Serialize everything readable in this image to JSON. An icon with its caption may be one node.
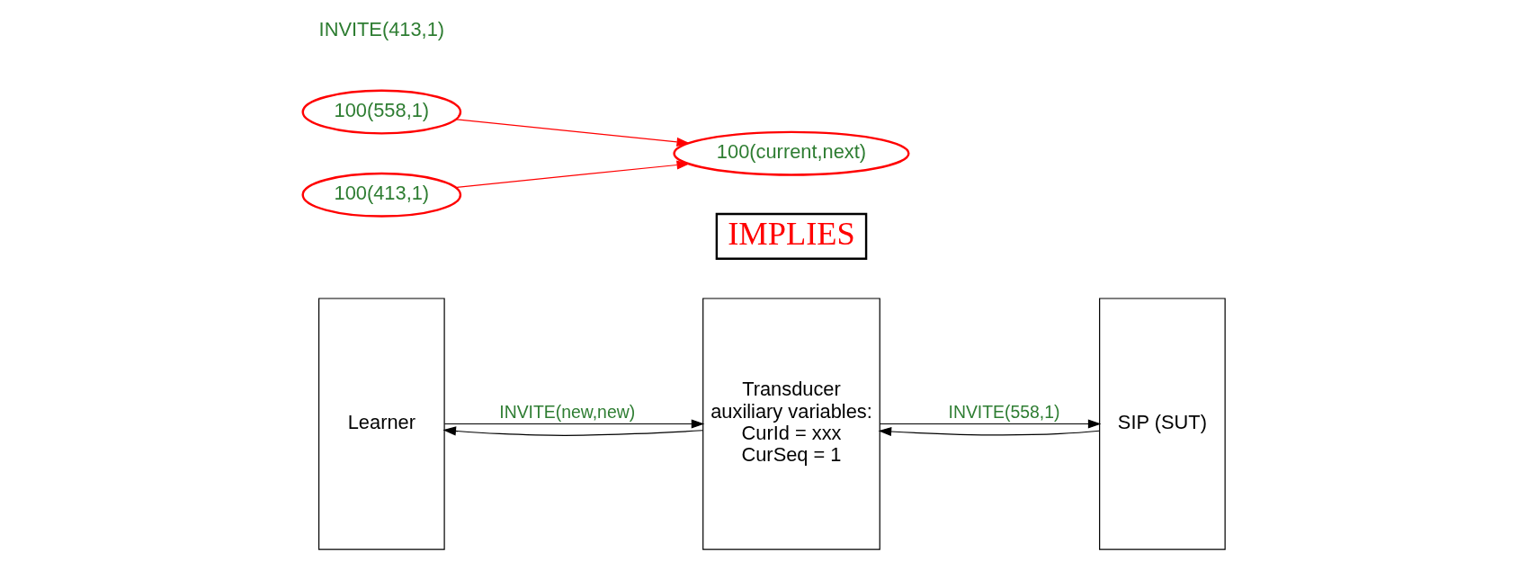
{
  "diagram": {
    "nodes": [
      {
        "text": [
          "Learner"
        ]
      },
      {
        "text": [
          "Transducer",
          "auxiliary variables:",
          "CurId = xxx",
          "CurSeq = 1"
        ]
      },
      {
        "text": [
          "SIP (SUT)"
        ]
      },
      {
        "text": [
          "IMPLIES"
        ]
      },
      {
        "text": [
          "100(558,1)"
        ]
      },
      {
        "text": [
          "100(413,1)"
        ]
      },
      {
        "text": [
          "100(current,next)"
        ]
      }
    ],
    "edges": [
      {
        "from": 0,
        "to": 1,
        "arrow": "to",
        "label": "INVITE(new,new)"
      },
      {
        "from": 1,
        "to": 2,
        "arrow": "to",
        "label": "INVITE(558,1)"
      },
      {
        "from": 2,
        "to": 1,
        "arrow": "to"
      },
      {
        "from": 1,
        "to": 0,
        "arrow": "to"
      },
      {
        "from": 4,
        "to": 6,
        "arrow": "to",
        "color": "#ff0000"
      },
      {
        "from": 5,
        "to": 6,
        "arrow": "to",
        "color": "#ff0000"
      }
    ],
    "labels": [
      "INVITE(413,1)"
    ]
  }
}
